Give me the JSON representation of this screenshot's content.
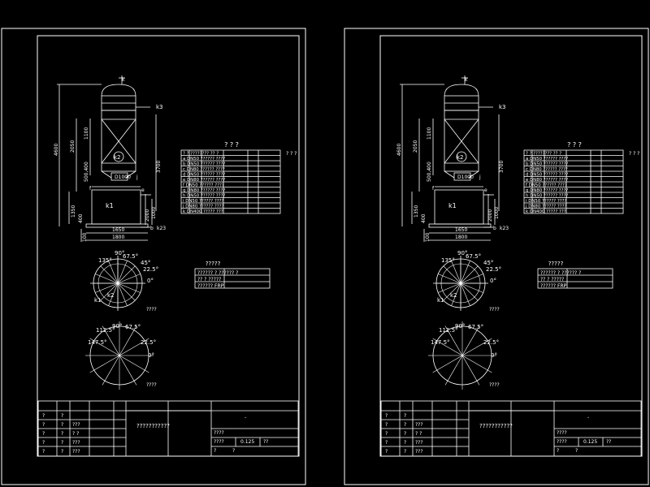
{
  "colors": {
    "background": "#000000",
    "lines": "#ffffff"
  },
  "sheets": [
    {
      "id": "left",
      "labels": {
        "top_nozzle": "k",
        "side_nozzle": "k3",
        "upper_vessel": "k2",
        "lower_tank": "k1",
        "nozzle_j": "j",
        "nozzle_f": "f",
        "nozzle_e": "e",
        "nozzle_b": "b",
        "nozzle_k23": "k23"
      },
      "dimensions": {
        "total_height": "4600",
        "upper_height": "2050",
        "packing_height": "1100",
        "mid_height": "500,400",
        "side_height": "3700",
        "lower_height": "1350",
        "base_height": "400",
        "foot_height": "100",
        "tank_nozzle_a": "2000",
        "tank_nozzle_b": "1000",
        "inner_diameter": "D1000",
        "tank_width": "1650",
        "base_width": "1800"
      },
      "nozzle_table_header": "? ? ?",
      "nozzle_table_rows": [
        "? ? ???????? ?? ?",
        "a DN50 ?????? ????",
        "b DN50 ?????? ????",
        "c DN80 ?????? ????",
        "d DN50 ?????? ????",
        "e DN80 ?????? ????",
        "f DN50 ?????? ????",
        "g DN80 ?????? ????",
        "h DN50 ?????? ????",
        "i DN50 ?????? ????",
        "j DN80 ?????? ????",
        "k DN400 ????? ???"
      ],
      "table2_title": "?????",
      "table2_rows": [
        "?????? ? ?????? ?",
        "?? ? ?????",
        "?????? FRP"
      ],
      "orient_labels_1": [
        "90°",
        "67.5°",
        "45°",
        "22.5°",
        "0°",
        "135°",
        "k1",
        "k2"
      ],
      "orient_title_1": "????",
      "orient_labels_2": [
        "90°",
        "67.5°",
        "112.5°",
        "22.5°",
        "0°",
        "147.5°"
      ],
      "orient_title_2": "????",
      "title_block": {
        "drawing_name": "???????????",
        "scale_label": "????",
        "scale": "0.125",
        "sheet": "??",
        "unit": "????",
        "left_cells": [
          "?",
          "?",
          "?",
          "?",
          "?"
        ],
        "left_cells2": [
          "?",
          "?",
          "?",
          "?",
          "?"
        ],
        "left_cells3": [
          "",
          "???",
          "? ?",
          "???",
          "???"
        ],
        "bottom_a": "?",
        "bottom_b": "?",
        "dash": "-"
      }
    },
    {
      "id": "right",
      "labels": {
        "top_nozzle": "k",
        "side_nozzle": "k3",
        "upper_vessel": "k2",
        "lower_tank": "k1",
        "nozzle_j": "j",
        "nozzle_f": "f",
        "nozzle_e": "e",
        "nozzle_b": "b",
        "nozzle_k23": "k23"
      },
      "dimensions": {
        "total_height": "4600",
        "upper_height": "2050",
        "packing_height": "1100",
        "mid_height": "500,400",
        "side_height": "3700",
        "lower_height": "1350",
        "base_height": "400",
        "foot_height": "100",
        "tank_nozzle_a": "2000",
        "tank_nozzle_b": "1000",
        "inner_diameter": "D1000",
        "tank_width": "1650",
        "base_width": "1800"
      },
      "nozzle_table_header": "? ? ?",
      "nozzle_table_rows": [
        "? ? ???????? ?? ?",
        "a DN50 ?????? ????",
        "b DN50 ?????? ????",
        "c DN80 ?????? ????",
        "d DN50 ?????? ????",
        "e DN80 ?????? ????",
        "f DN50 ?????? ????",
        "g DN80 ?????? ????",
        "h DN50 ?????? ????",
        "i DN50 ?????? ????",
        "j DN80 ?????? ????",
        "k DN400 ????? ???"
      ],
      "table2_title": "?????",
      "table2_rows": [
        "?????? ? ?????? ?",
        "?? ? ?????",
        "?????? FRP"
      ],
      "orient_labels_1": [
        "90°",
        "67.5°",
        "45°",
        "22.5°",
        "0°",
        "135°",
        "k1",
        "k2"
      ],
      "orient_title_1": "????",
      "orient_labels_2": [
        "90°",
        "67.5°",
        "112.5°",
        "22.5°",
        "0°",
        "147.5°"
      ],
      "orient_title_2": "????",
      "title_block": {
        "drawing_name": "???????????",
        "scale_label": "????",
        "scale": "0.125",
        "sheet": "??",
        "unit": "????",
        "left_cells": [
          "?",
          "?",
          "?",
          "?",
          "?"
        ],
        "left_cells2": [
          "?",
          "?",
          "?",
          "?",
          "?"
        ],
        "left_cells3": [
          "",
          "???",
          "? ?",
          "???",
          "???"
        ],
        "bottom_a": "?",
        "bottom_b": "?",
        "dash": "-"
      }
    }
  ]
}
